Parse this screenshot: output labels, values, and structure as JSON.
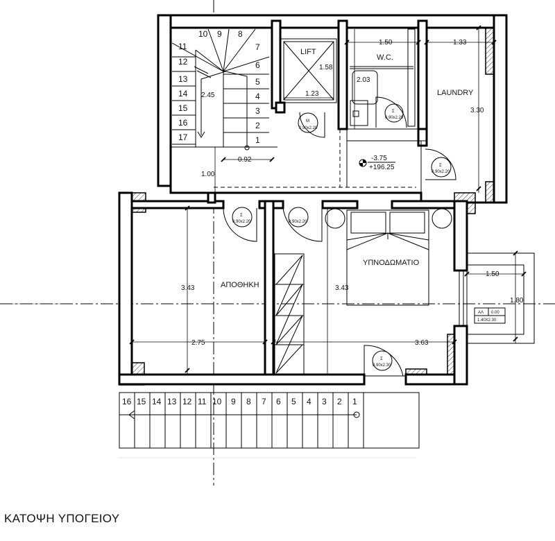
{
  "title": "ΚΑΤΟΨΗ ΥΠΟΓΕΙΟΥ",
  "rooms": {
    "lift": "LIFT",
    "wc": "W.C.",
    "laundry": "LAUNDRY",
    "storage": "ΑΠΟΘΗΚΗ",
    "bedroom": "ΥΠΝΟΔΩΜΑΤΙΟ"
  },
  "dimensions": {
    "wc_width": "1.50",
    "laundry_width": "1.33",
    "lift_height": "1.58",
    "lift_width": "1.23",
    "wc_height": "2.03",
    "laundry_height": "3.30",
    "stair_height": "2.45",
    "landing_width": "0.92",
    "corridor": "1.00",
    "storage_height": "3.43",
    "storage_width": "2.75",
    "bedroom_height": "3.43",
    "bedroom_width": "3.63",
    "terrace_width": "1.50",
    "terrace_height": "1.80"
  },
  "level": {
    "top": "-3.75",
    "bottom": "+196.25"
  },
  "doors": {
    "lift_door_mark": "M",
    "lift_door": "0.90x2.20",
    "wc_door_mark": "Σ",
    "wc_door": "0.90x2.20",
    "laundry_door_mark": "Σ",
    "laundry_door": "0.90x2.20",
    "storage_door_mark": "Σ",
    "storage_door": "0.90x2.20",
    "hall_door": "0.90x2.20",
    "bedroom_door_mark": "Σ",
    "bedroom_door": "0.90x2.30"
  },
  "window": {
    "code": "ΑΛ",
    "sill": "0.00",
    "size": "1.40X2.30"
  },
  "inner_stair_steps": [
    "1",
    "2",
    "3",
    "4",
    "5",
    "6",
    "7",
    "8",
    "9",
    "10",
    "11",
    "12",
    "13",
    "14",
    "15",
    "16",
    "17"
  ],
  "outer_stair_steps": [
    "16",
    "15",
    "14",
    "13",
    "12",
    "11",
    "10",
    "9",
    "8",
    "7",
    "6",
    "5",
    "4",
    "3",
    "2",
    "1"
  ]
}
